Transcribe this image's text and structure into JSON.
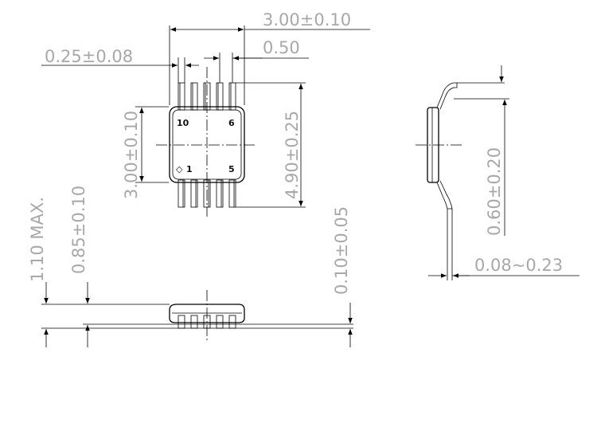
{
  "dimensions": {
    "body_width": "3.00±0.10",
    "lead_width": "0.25±0.08",
    "pitch": "0.50",
    "body_length": "3.00±0.10",
    "overall_width": "4.90±0.25",
    "max_height": "1.10 MAX.",
    "body_height": "0.85±0.10",
    "standoff": "0.10±0.05",
    "foot_length": "0.60±0.20",
    "lead_thickness": "0.08~0.23"
  },
  "pins": {
    "pin10": "10",
    "pin6": "6",
    "pin1": "1",
    "pin5": "5",
    "pin1_marker": "◇"
  },
  "colors": {
    "dimension_text": "#a8a8a8",
    "lines": "#000000"
  }
}
